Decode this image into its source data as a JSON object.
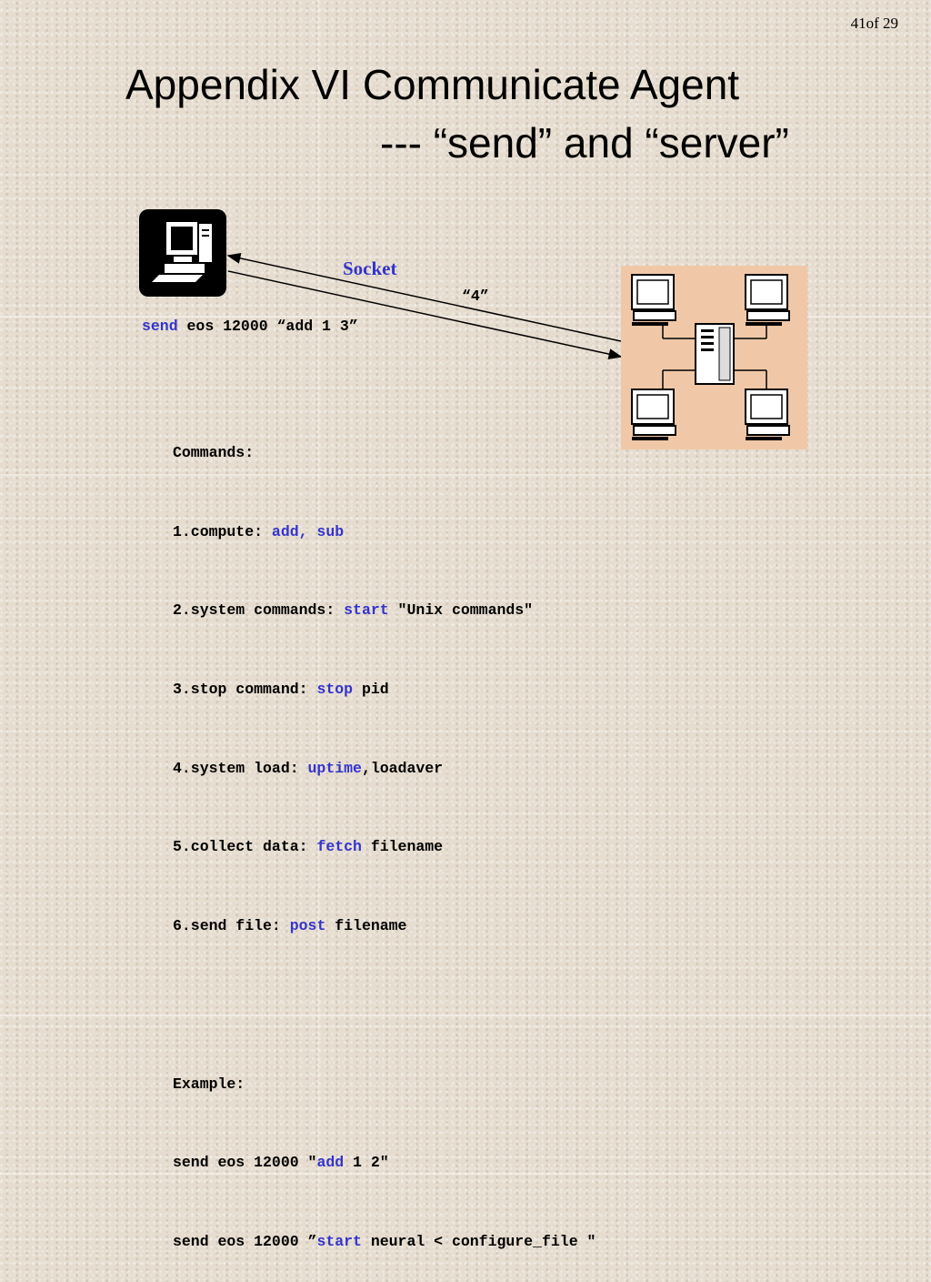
{
  "page_number": "41of 29",
  "title": {
    "line1": "Appendix VI Communicate Agent",
    "line2": "--- “send” and “server”"
  },
  "diagram": {
    "socket_label": "Socket",
    "reply_label": "“4”",
    "send_keyword": "send",
    "send_rest": " eos 12000 “add 1 3”"
  },
  "colors": {
    "keyword": "#3333cc",
    "server_bg": "#f0c8a8"
  },
  "commands": {
    "heading": "Commands:",
    "items": [
      {
        "prefix": "1.compute: ",
        "keyword": "add, sub",
        "suffix": ""
      },
      {
        "prefix": "2.system commands: ",
        "keyword": "start",
        "suffix": " \"Unix commands\""
      },
      {
        "prefix": "3.stop command: ",
        "keyword": "stop",
        "suffix": " pid"
      },
      {
        "prefix": "4.system load: ",
        "keyword": "uptime",
        "suffix": ",loadaver"
      },
      {
        "prefix": "5.collect data: ",
        "keyword": "fetch",
        "suffix": " filename"
      },
      {
        "prefix": "6.send file: ",
        "keyword": "post",
        "suffix": " filename"
      }
    ]
  },
  "example": {
    "heading": "Example:",
    "items": [
      {
        "prefix": "send eos 12000 \"",
        "keyword": "add",
        "suffix": " 1 2\""
      },
      {
        "prefix": "send eos 12000 ”",
        "keyword": "start",
        "suffix": " neural < configure_file \""
      }
    ]
  }
}
